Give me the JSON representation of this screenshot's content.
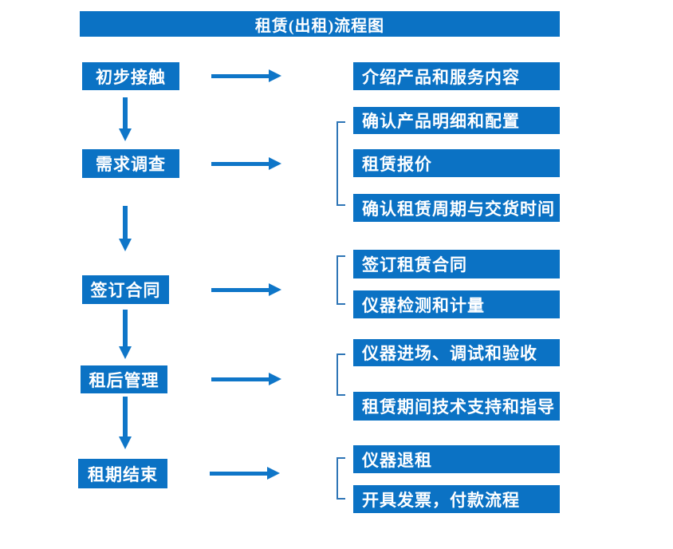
{
  "title": "租赁(出租)流程图",
  "colors": {
    "box_blue": "#0b72c4",
    "arrow_blue": "#0f76c8",
    "bracket_blue": "#2e75b6",
    "text_white": "#ffffff",
    "background": "#ffffff"
  },
  "icons": {
    "arrow_right": "right-arrow css-shape",
    "arrow_down": "down-arrow css-shape",
    "bracket_left": "square-bracket css-shape"
  },
  "left_steps": [
    {
      "label": "初步接触"
    },
    {
      "label": "需求调查"
    },
    {
      "label": "签订合同"
    },
    {
      "label": "租后管理"
    },
    {
      "label": "租期结束"
    }
  ],
  "right_items": [
    {
      "label": "介绍产品和服务内容"
    },
    {
      "label": "确认产品明细和配置"
    },
    {
      "label": "租赁报价"
    },
    {
      "label": "确认租赁周期与交货时间"
    },
    {
      "label": "签订租赁合同"
    },
    {
      "label": "仪器检测和计量"
    },
    {
      "label": "仪器进场、调试和验收"
    },
    {
      "label": "租赁期间技术支持和指导"
    },
    {
      "label": "仪器退租"
    },
    {
      "label": "开具发票，付款流程"
    }
  ]
}
